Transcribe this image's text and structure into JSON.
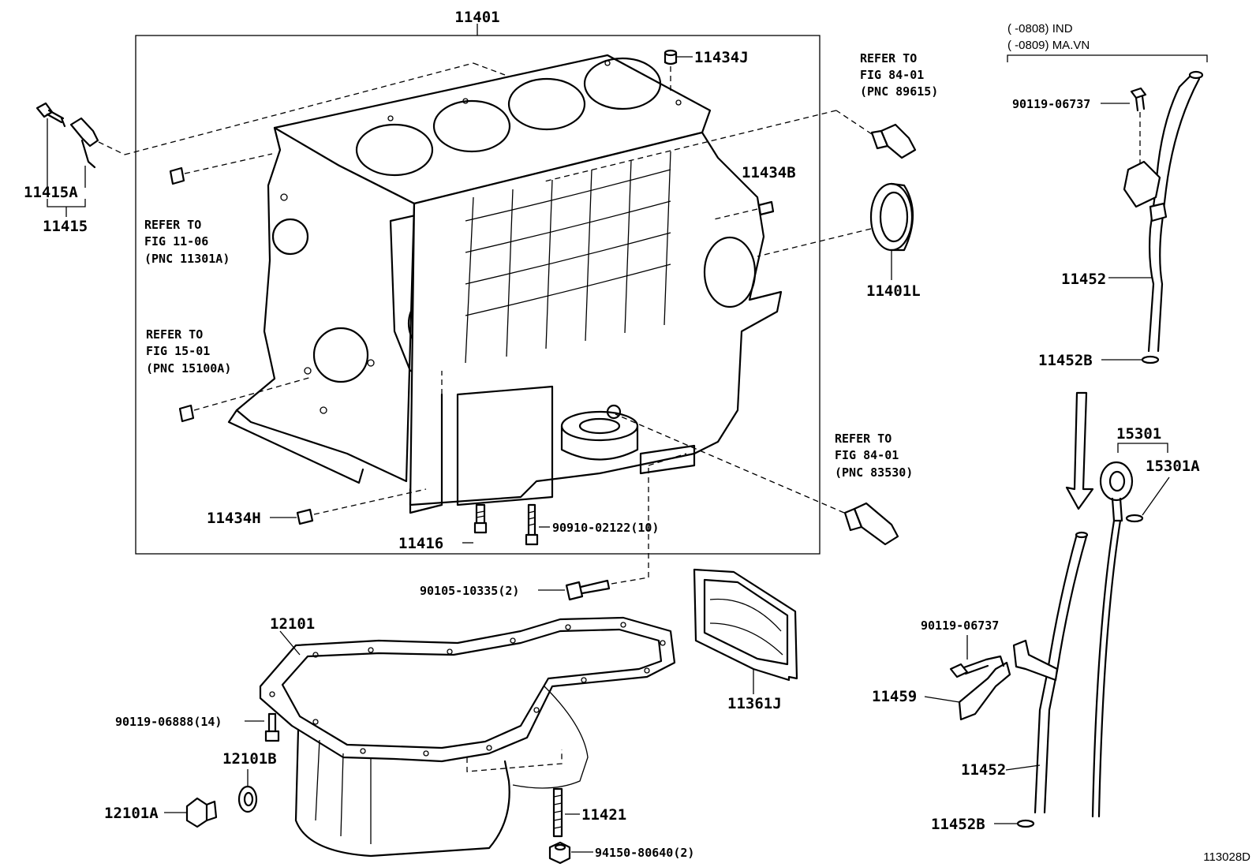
{
  "figure_id": "113028D",
  "applicability": {
    "line1": "(      -0808) IND",
    "line2": "(      -0809) MA.VN"
  },
  "parts": {
    "cylinder_block": "11401",
    "straight_pin_top": "11434J",
    "straight_pin_right": "11434B",
    "straight_pin_bottom": "11434H",
    "oil_seal": "11401L",
    "drain_cock_sub": "11415A",
    "drain_cock": "11415",
    "bolt_block": "11416",
    "bolt_block_qty": "90910-02122(10)",
    "bolt_baffle": "90105-10335(2)",
    "oil_pan": "12101",
    "oil_pan_bolt": "90119-06888(14)",
    "drain_gasket": "12101B",
    "drain_plug": "12101A",
    "stud": "11421",
    "nut": "94150-80640(2)",
    "baffle_plate": "11361J",
    "guide_bolt_top": "90119-06737",
    "guide_top": "11452",
    "oring_top": "11452B",
    "dipstick": "15301",
    "dipstick_oring": "15301A",
    "guide_bolt_bottom": "90119-06737",
    "clamp": "11459",
    "guide_bottom": "11452",
    "oring_bottom": "11452B"
  },
  "references": {
    "ref_11301": [
      "REFER TO",
      "FIG 11-06",
      "(PNC 11301A)"
    ],
    "ref_15100": [
      "REFER TO",
      "FIG 15-01",
      "(PNC 15100A)"
    ],
    "ref_89615": [
      "REFER TO",
      "FIG 84-01",
      "(PNC 89615)"
    ],
    "ref_83530": [
      "REFER TO",
      "FIG 84-01",
      "(PNC 83530)"
    ]
  }
}
